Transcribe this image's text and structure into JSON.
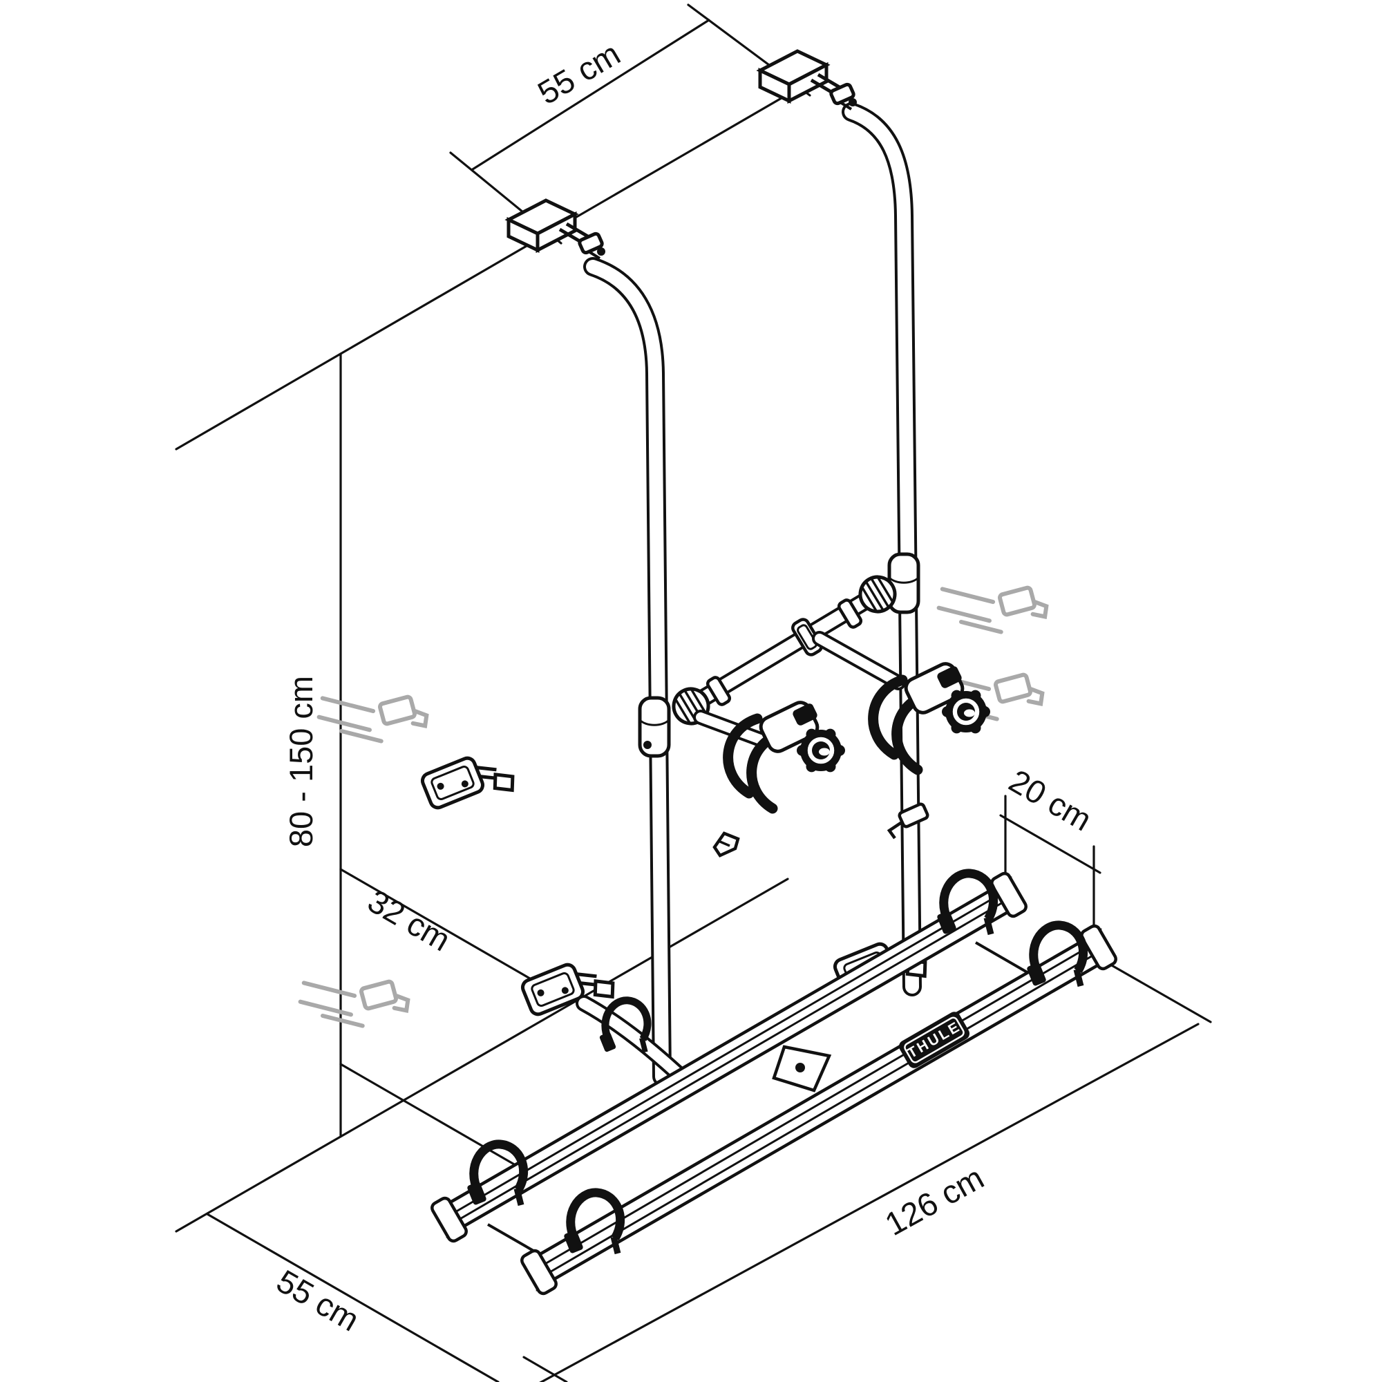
{
  "page": {
    "title": "Bike carrier installation dimension drawing",
    "background": "#ffffff"
  },
  "drawing": {
    "line_color": "#111111",
    "ghost_color": "#a9a9a9",
    "badge": {
      "text": "THULE",
      "bg": "#111111",
      "fg": "#ffffff"
    },
    "labels": {
      "top_width": "55 cm",
      "height_range": "80 - 150 cm",
      "lower_offset": "32 cm",
      "rail_spacing": "20 cm",
      "rail_length": "126 cm",
      "depth": "55 cm"
    }
  }
}
